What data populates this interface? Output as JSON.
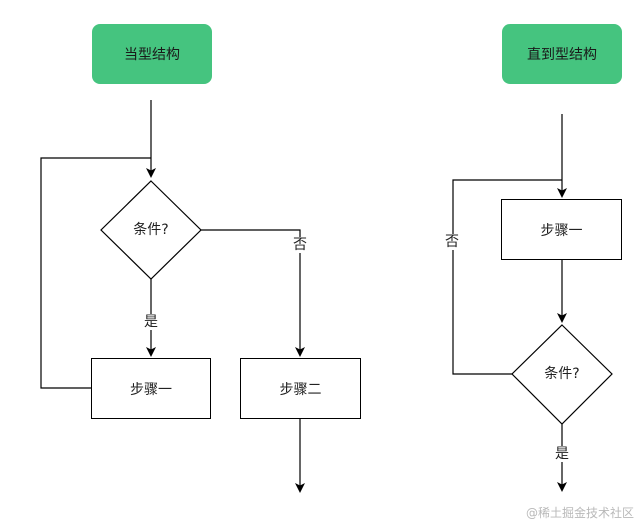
{
  "colors": {
    "start_fill": "#45c47f",
    "line": "#000000"
  },
  "left_flow": {
    "start_label": "当型结构",
    "condition_label": "条件?",
    "yes_label": "是",
    "no_label": "否",
    "step_one_label": "步骤一",
    "step_two_label": "步骤二"
  },
  "right_flow": {
    "start_label": "直到型结构",
    "step_one_label": "步骤一",
    "condition_label": "条件?",
    "no_label": "否",
    "yes_label": "是"
  },
  "watermark": "@稀土掘金技术社区"
}
